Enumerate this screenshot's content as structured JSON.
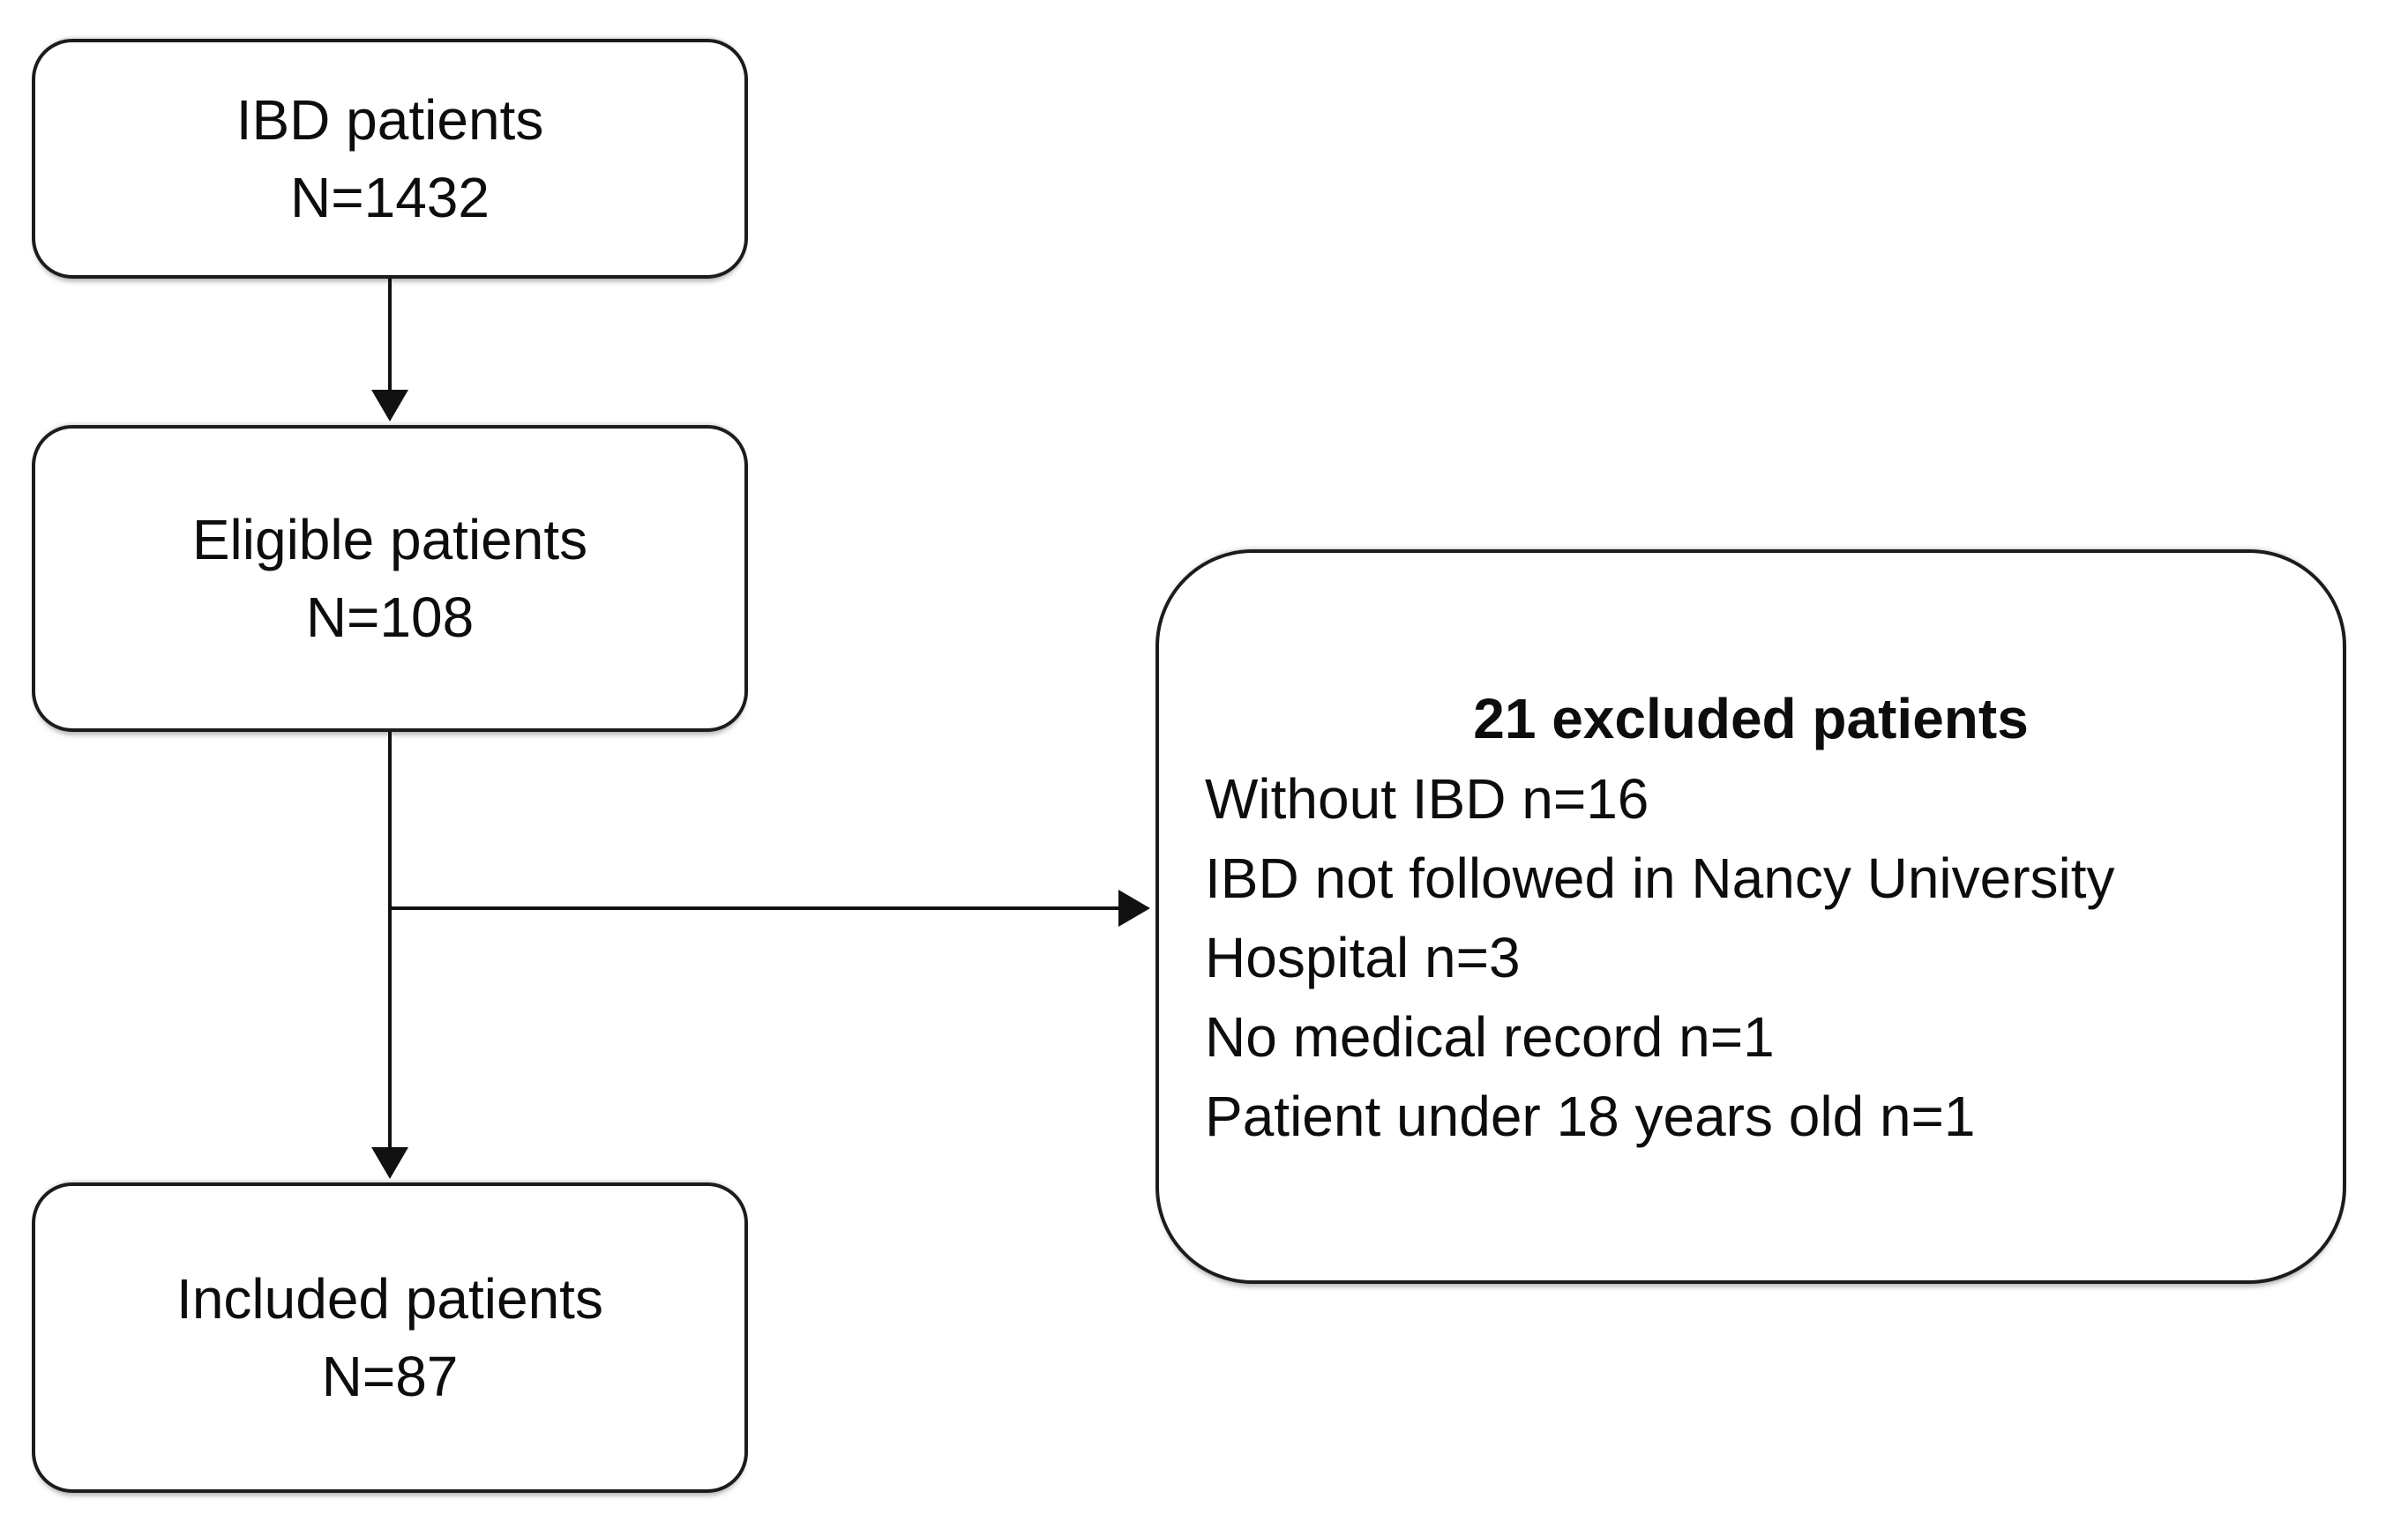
{
  "flowchart": {
    "nodes": [
      {
        "label": "IBD patients",
        "count": "N=1432"
      },
      {
        "label": "Eligible patients",
        "count": "N=108"
      },
      {
        "label": "Included patients",
        "count": "N=87"
      }
    ],
    "excluded": {
      "title": "21 excluded patients",
      "items": [
        "Without IBD n=16",
        "IBD not followed in Nancy University",
        "Hospital n=3",
        "No medical record n=1",
        "Patient under 18 years old n=1"
      ]
    },
    "colors": {
      "border": "#1c1c1c",
      "text": "#0d0d0d",
      "background": "#ffffff"
    }
  }
}
